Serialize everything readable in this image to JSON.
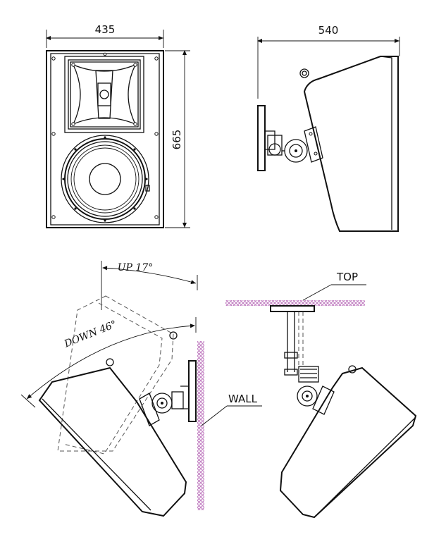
{
  "dimensions": {
    "front_width": "435",
    "front_height": "665",
    "side_depth": "540"
  },
  "angles": {
    "up": "UP 17°",
    "down": "DOWN 46°"
  },
  "labels": {
    "wall": "WALL",
    "top": "TOP"
  },
  "colors": {
    "line": "#111111",
    "hatch": "#c27fc2",
    "dashed": "#555555"
  }
}
